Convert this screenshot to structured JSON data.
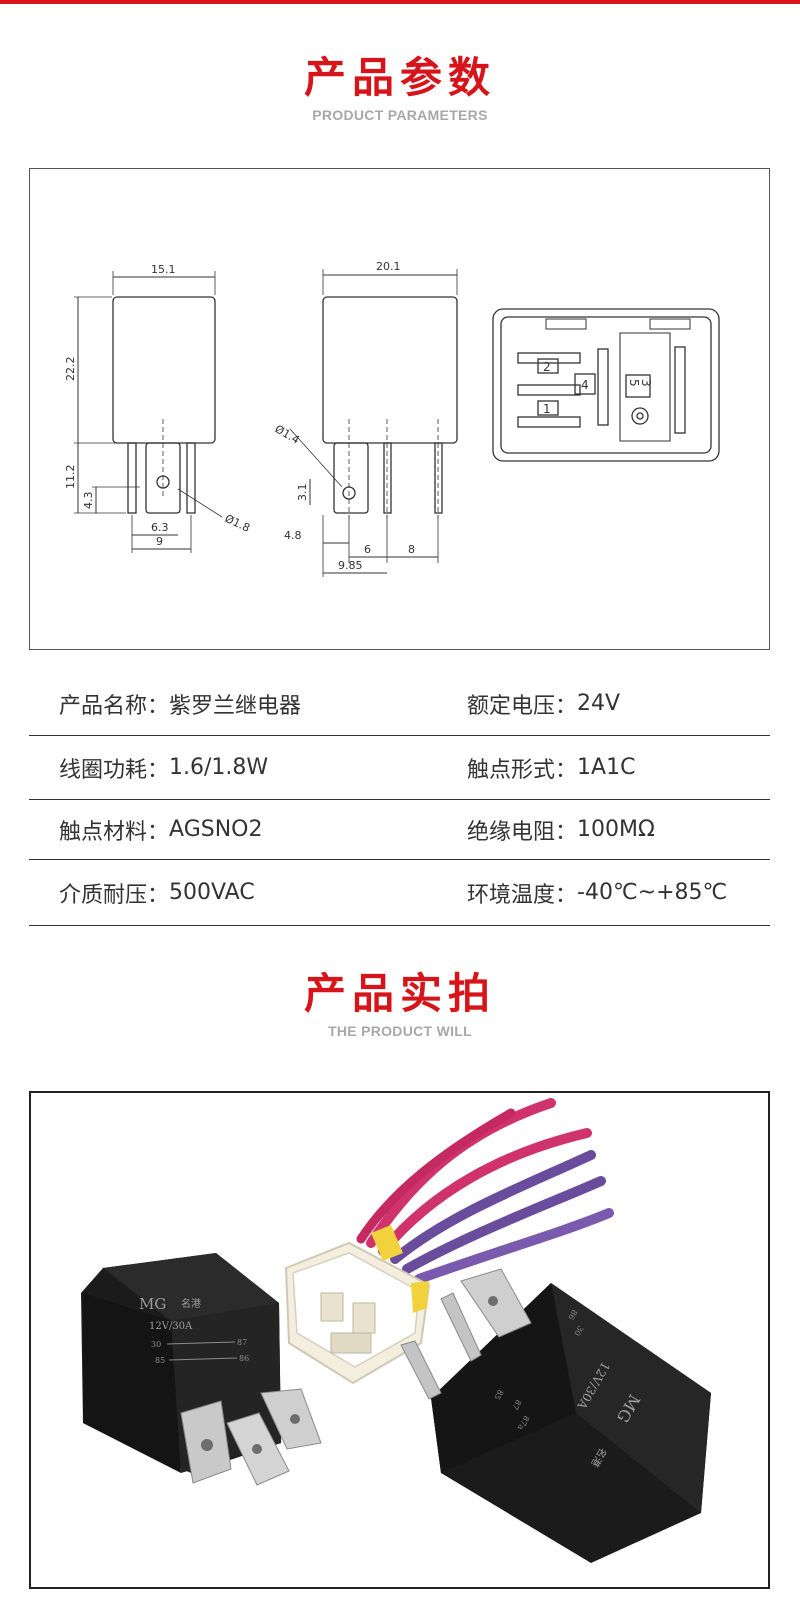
{
  "header": {
    "params_title": "产品参数",
    "params_subtitle": "PRODUCT PARAMETERS",
    "photo_title": "产品实拍",
    "photo_subtitle": "THE PRODUCT WILL"
  },
  "drawing": {
    "dims": {
      "width_front": "15.1",
      "height_body": "22.2",
      "pin_len": "11.2",
      "pin_tip": "4.3",
      "pin_spacing_a": "6.3",
      "pin_spacing_b": "9",
      "hole_small": "Ø1.8",
      "width_side": "20.1",
      "hole_side": "Ø1.4",
      "pin_side_h": "3.1",
      "side_a": "4.8",
      "side_b": "6",
      "side_c": "8",
      "side_d": "9.85"
    },
    "pin_numbers": [
      "2",
      "4",
      "1",
      "3",
      "5"
    ]
  },
  "params": [
    {
      "left_label": "产品名称",
      "left_value": "紫罗兰继电器",
      "right_label": "额定电压",
      "right_value": "24V"
    },
    {
      "left_label": "线圈功耗",
      "left_value": "1.6/1.8W",
      "right_label": "触点形式",
      "right_value": "1A1C"
    },
    {
      "left_label": "触点材料",
      "left_value": "AGSNO2",
      "right_label": "绝缘电阻",
      "right_value": "100MΩ"
    },
    {
      "left_label": "介质耐压",
      "left_value": "500VAC",
      "right_label": "环境温度",
      "right_value": "-40℃~+85℃"
    }
  ],
  "photo": {
    "relay_left": {
      "brand": "MG",
      "brand_cn": "名港",
      "rating": "12V/30A",
      "pins": [
        "30",
        "87",
        "85",
        "86"
      ]
    },
    "relay_right": {
      "brand": "MG",
      "brand_cn": "名港",
      "rating": "12V/30A",
      "pins": [
        "86",
        "30",
        "85",
        "87",
        "87a"
      ]
    },
    "colors": {
      "accent": "#d7141a",
      "wire_pink": "#d0336b",
      "wire_purple": "#6a4c9c",
      "relay_body": "#1b1b1b",
      "connector": "#f3eede"
    }
  }
}
